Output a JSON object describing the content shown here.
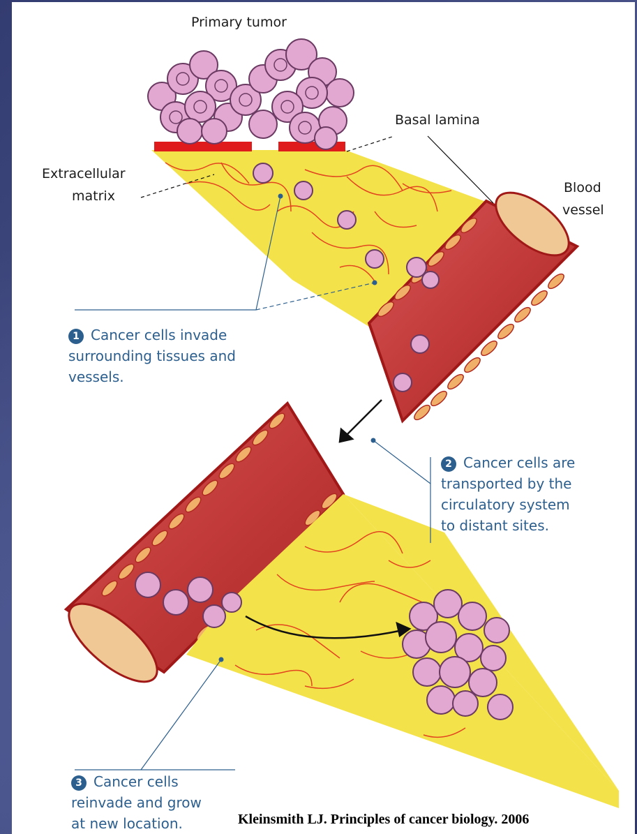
{
  "labels": {
    "primary_tumor": "Primary tumor",
    "basal_lamina": "Basal lamina",
    "extracellular_1": "Extracellular",
    "extracellular_2": "matrix",
    "blood_1": "Blood",
    "blood_2": "vessel"
  },
  "steps": [
    {
      "number": "1",
      "lines": [
        "Cancer cells invade",
        "surrounding tissues and",
        "vessels."
      ]
    },
    {
      "number": "2",
      "lines": [
        "Cancer cells are",
        "transported by the",
        "circulatory system",
        "to distant sites."
      ]
    },
    {
      "number": "3",
      "lines": [
        "Cancer cells",
        "reinvade and grow",
        "at new location."
      ]
    }
  ],
  "citation": "Kleinsmith LJ. Principles of cancer biology. 2006",
  "colors": {
    "background": "#3a4378",
    "matrix_yellow": "#f4e24a",
    "vessel_red": "#c8403c",
    "vessel_wall": "#a01818",
    "cell_pink": "#e3a8d2",
    "cell_outline": "#6a3a62",
    "basal_lamina": "#e01b1b",
    "label_blue": "#2d5f8e"
  }
}
